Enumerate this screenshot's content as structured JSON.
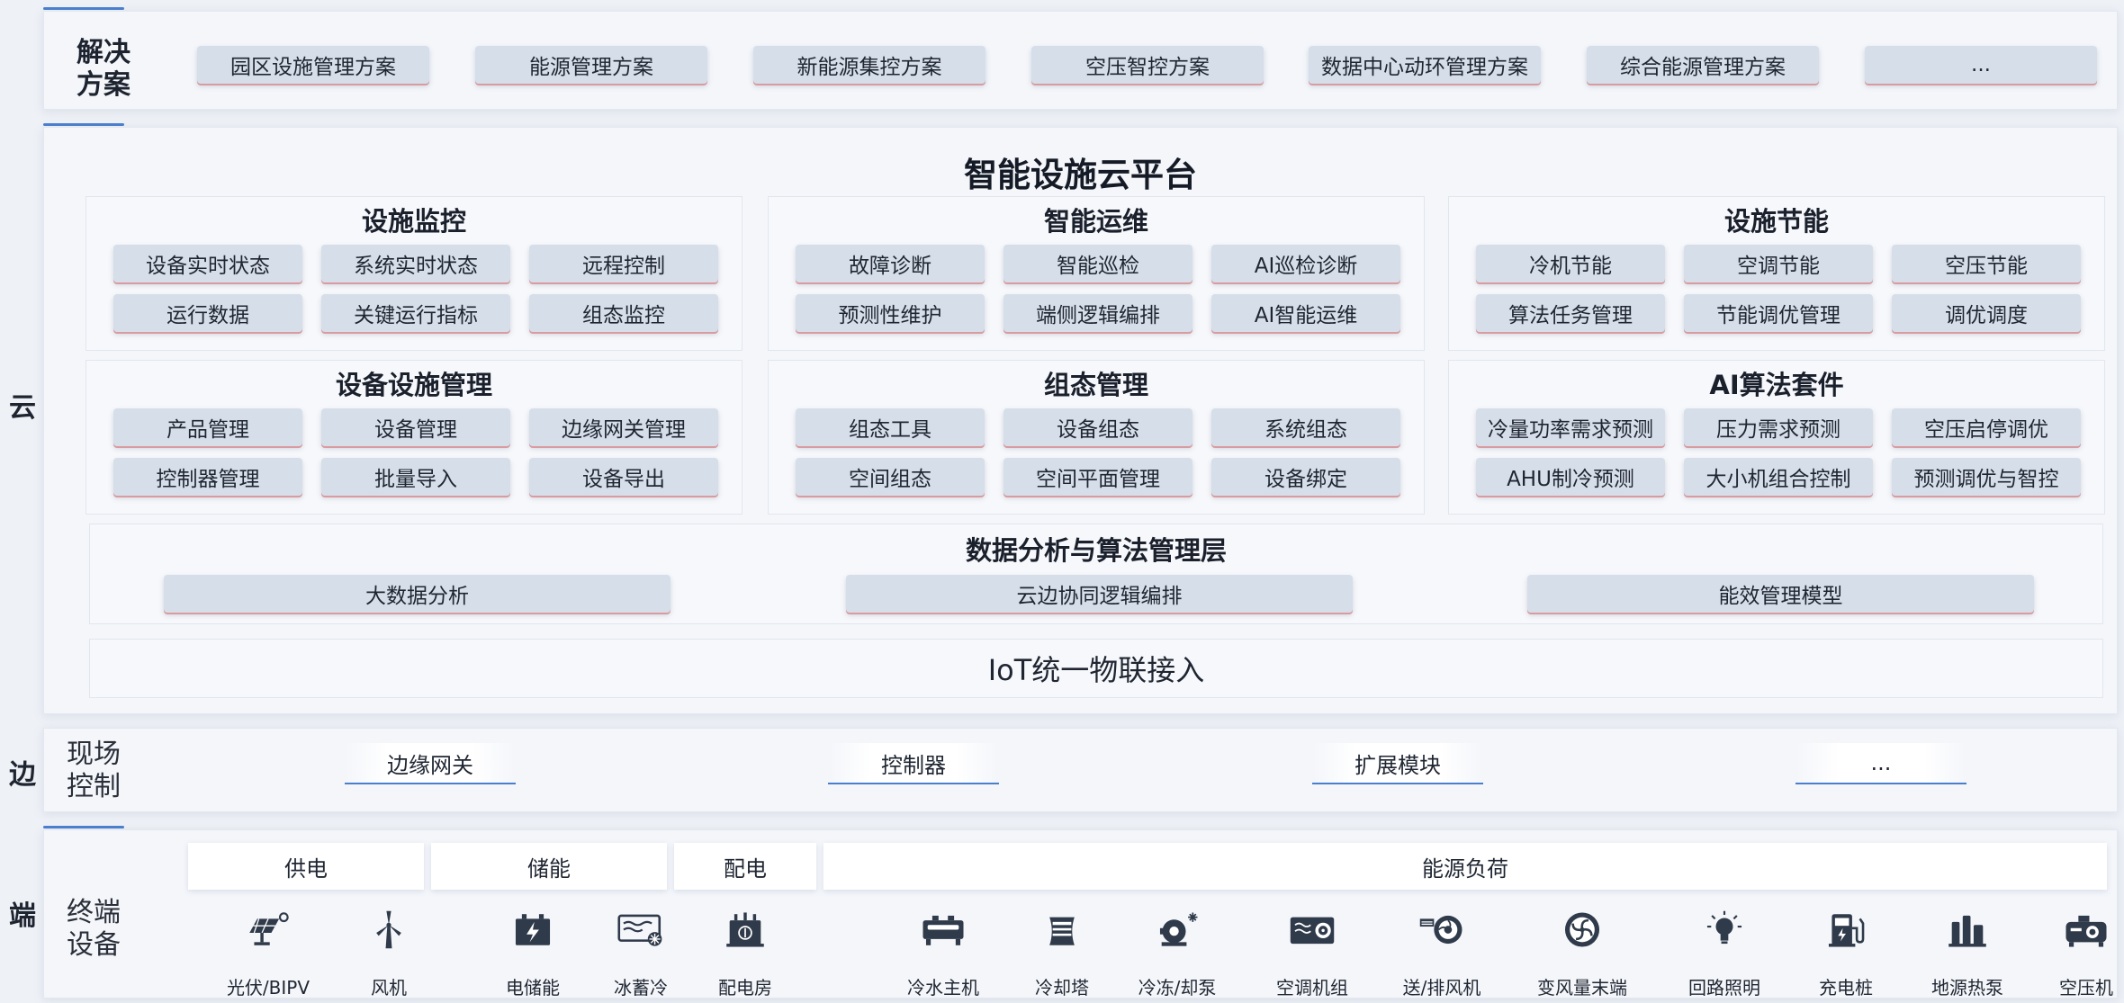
{
  "side_labels": {
    "cloud": "云",
    "edge": "边",
    "terminal": "端"
  },
  "solutions": {
    "title": "解决方案",
    "items": [
      "园区设施管理方案",
      "能源管理方案",
      "新能源集控方案",
      "空压智控方案",
      "数据中心动环管理方案",
      "综合能源管理方案",
      "..."
    ]
  },
  "platform": {
    "title": "智能设施云平台",
    "groups": [
      {
        "title": "设施监控",
        "items": [
          "设备实时状态",
          "系统实时状态",
          "远程控制",
          "运行数据",
          "关键运行指标",
          "组态监控"
        ]
      },
      {
        "title": "智能运维",
        "items": [
          "故障诊断",
          "智能巡检",
          "AI巡检诊断",
          "预测性维护",
          "端侧逻辑编排",
          "AI智能运维"
        ]
      },
      {
        "title": "设施节能",
        "items": [
          "冷机节能",
          "空调节能",
          "空压节能",
          "算法任务管理",
          "节能调优管理",
          "调优调度"
        ]
      },
      {
        "title": "设备设施管理",
        "items": [
          "产品管理",
          "设备管理",
          "边缘网关管理",
          "控制器管理",
          "批量导入",
          "设备导出"
        ]
      },
      {
        "title": "组态管理",
        "items": [
          "组态工具",
          "设备组态",
          "系统组态",
          "空间组态",
          "空间平面管理",
          "设备绑定"
        ]
      },
      {
        "title": "AI算法套件",
        "items": [
          "冷量功率需求预测",
          "压力需求预测",
          "空压启停调优",
          "AHU制冷预测",
          "大小机组合控制",
          "预测调优与智控"
        ]
      }
    ],
    "data_layer": {
      "title": "数据分析与算法管理层",
      "items": [
        "大数据分析",
        "云边协同逻辑编排",
        "能效管理模型"
      ]
    },
    "iot": "IoT统一物联接入"
  },
  "edge": {
    "title": "现场控制",
    "items": [
      "边缘网关",
      "控制器",
      "扩展模块",
      "..."
    ]
  },
  "terminal": {
    "title": "终端设备",
    "categories": [
      "供电",
      "储能",
      "配电",
      "能源负荷"
    ],
    "devices": [
      {
        "label": "光伏/BIPV",
        "icon": "solar-panel-icon"
      },
      {
        "label": "风机",
        "icon": "wind-turbine-icon"
      },
      {
        "label": "电储能",
        "icon": "battery-storage-icon"
      },
      {
        "label": "冰蓄冷",
        "icon": "ice-storage-icon"
      },
      {
        "label": "配电房",
        "icon": "power-distribution-icon"
      },
      {
        "label": "冷水主机",
        "icon": "chiller-icon"
      },
      {
        "label": "冷却塔",
        "icon": "cooling-tower-icon"
      },
      {
        "label": "冷冻/却泵",
        "icon": "pump-icon"
      },
      {
        "label": "空调机组",
        "icon": "ahu-icon"
      },
      {
        "label": "送/排风机",
        "icon": "exhaust-fan-icon"
      },
      {
        "label": "变风量末端",
        "icon": "vav-fan-icon"
      },
      {
        "label": "回路照明",
        "icon": "lightbulb-icon"
      },
      {
        "label": "充电桩",
        "icon": "ev-charger-icon"
      },
      {
        "label": "地源热泵",
        "icon": "heat-pump-icon"
      },
      {
        "label": "空压机",
        "icon": "air-compressor-icon"
      }
    ]
  },
  "colors": {
    "accent": "#4a7fd0",
    "pill": "#d6dfe9",
    "pill_underline": "#d99aa0",
    "icon": "#2f3a4a"
  }
}
